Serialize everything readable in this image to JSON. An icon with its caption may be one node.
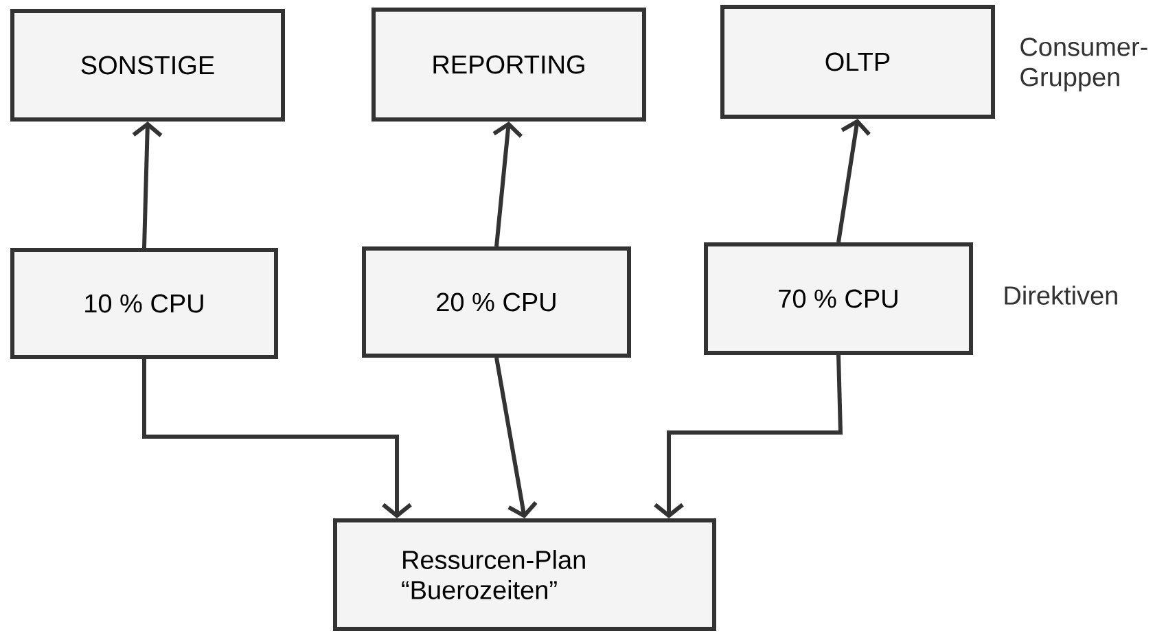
{
  "diagram": {
    "nodes": [
      {
        "text": [
          "SONSTIGE"
        ]
      },
      {
        "text": [
          "REPORTING"
        ]
      },
      {
        "text": [
          "OLTP"
        ]
      },
      {
        "text": [
          "10 % CPU"
        ]
      },
      {
        "text": [
          "20 % CPU"
        ]
      },
      {
        "text": [
          "70 % CPU"
        ]
      },
      {
        "text": [
          "Ressurcen-Plan “Buerozeiten”"
        ]
      }
    ],
    "edges": [
      {
        "from": 3,
        "to": 0,
        "arrow": "to"
      },
      {
        "from": 4,
        "to": 1,
        "arrow": "to"
      },
      {
        "from": 5,
        "to": 2,
        "arrow": "to"
      },
      {
        "from": 3,
        "to": 6,
        "arrow": "to"
      },
      {
        "from": 4,
        "to": 6,
        "arrow": "to"
      },
      {
        "from": 5,
        "to": 6,
        "arrow": "to"
      }
    ],
    "labels": [
      "Consumer-Gruppen",
      "Direktiven"
    ]
  }
}
